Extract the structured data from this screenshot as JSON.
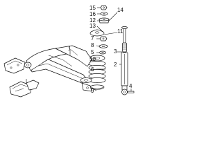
{
  "callouts": {
    "c15": "15",
    "c16": "16",
    "c14": "14",
    "c12": "12",
    "c13": "13",
    "c11": "11",
    "c7": "7",
    "c8": "8",
    "c5": "5",
    "c1": "1",
    "c10": "10",
    "c6": "6",
    "c9": "9",
    "c2": "2",
    "c3": "3",
    "c4": "4"
  },
  "colors": {
    "line": "#111111",
    "background": "#ffffff"
  }
}
